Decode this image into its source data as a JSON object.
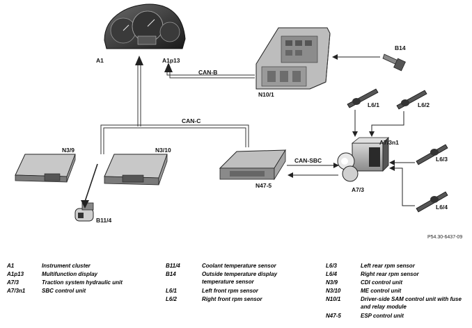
{
  "diagram": {
    "labels": {
      "a1": "A1",
      "a1p13": "A1p13",
      "can_b": "CAN-B",
      "n10_1": "N10/1",
      "b14": "B14",
      "l6_1": "L6/1",
      "l6_2": "L6/2",
      "can_c": "CAN-C",
      "a7_3n1": "A7/3n1",
      "n3_9": "N3/9",
      "n3_10": "N3/10",
      "can_sbc": "CAN-SBC",
      "l6_3": "L6/3",
      "n47_5": "N47-5",
      "a7_3": "A7/3",
      "b11_4": "B11/4",
      "l6_4": "L6/4"
    },
    "reference": "P54.30-6437-09"
  },
  "legend": {
    "col1": [
      {
        "code": "A1",
        "desc": "Instrument cluster"
      },
      {
        "code": "A1p13",
        "desc": "Multifunction display"
      },
      {
        "code": "A7/3",
        "desc": "Traction system hydraulic unit"
      },
      {
        "code": "A7/3n1",
        "desc": "SBC control unit"
      }
    ],
    "col2": [
      {
        "code": "B11/4",
        "desc": "Coolant temperature sensor"
      },
      {
        "code": "B14",
        "desc": "Outside temperature display temperature sensor"
      },
      {
        "code": "L6/1",
        "desc": "Left front rpm sensor"
      },
      {
        "code": "L6/2",
        "desc": "Right front rpm sensor"
      }
    ],
    "col3": [
      {
        "code": "L6/3",
        "desc": "Left rear rpm sensor"
      },
      {
        "code": "L6/4",
        "desc": "Right rear rpm sensor"
      },
      {
        "code": "N3/9",
        "desc": "CDI control unit"
      },
      {
        "code": "N3/10",
        "desc": "ME control unit"
      },
      {
        "code": "N10/1",
        "desc": "Driver-side SAM control unit with fuse and relay module"
      },
      {
        "code": "N47-5",
        "desc": "ESP control unit"
      }
    ]
  }
}
